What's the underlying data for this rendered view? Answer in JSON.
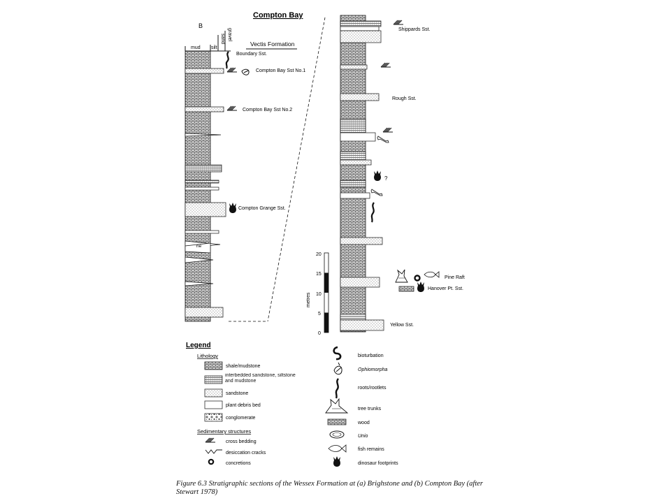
{
  "title": "Compton Bay",
  "section_a": {
    "label": "B",
    "header": [
      "mud",
      "silt",
      "sand",
      "gravel"
    ],
    "formation": "Vectis Formation",
    "annotations": [
      "Boundary Sst.",
      "Compton Bay Sst No.1",
      "Compton Bay Sst No.2",
      "Compton Grange Sst.",
      "ne"
    ]
  },
  "section_b": {
    "annotations": [
      "Shippards Sst.",
      "Rough Sst.",
      "?",
      "Pine Raft",
      "Hanover Pt. Sst.",
      "Yellow Sst."
    ]
  },
  "scale": {
    "unit": "metres",
    "ticks": [
      "20",
      "15",
      "10",
      "5",
      "0"
    ]
  },
  "legend": {
    "title": "Legend",
    "lithology_heading": "Lithology",
    "lithology": [
      "shale/mudstone",
      "interbedded sandstone, siltstone and mudstone",
      "sandstone",
      "plant debris bed",
      "conglomerate"
    ],
    "structures_heading": "Sedimentary structures",
    "structures": [
      "cross bedding",
      "desiccation cracks",
      "concretions"
    ],
    "fossils": [
      "bioturbation",
      "Ophiomorpha",
      "roots/rootlets",
      "tree trunks",
      "wood",
      "Unio",
      "fish remains",
      "dinosaur footprints"
    ]
  },
  "caption": "Figure 6.3  Stratigraphic sections of the Wessex Formation at (a) Brighstone and (b) Compton Bay (after Stewart 1978)"
}
